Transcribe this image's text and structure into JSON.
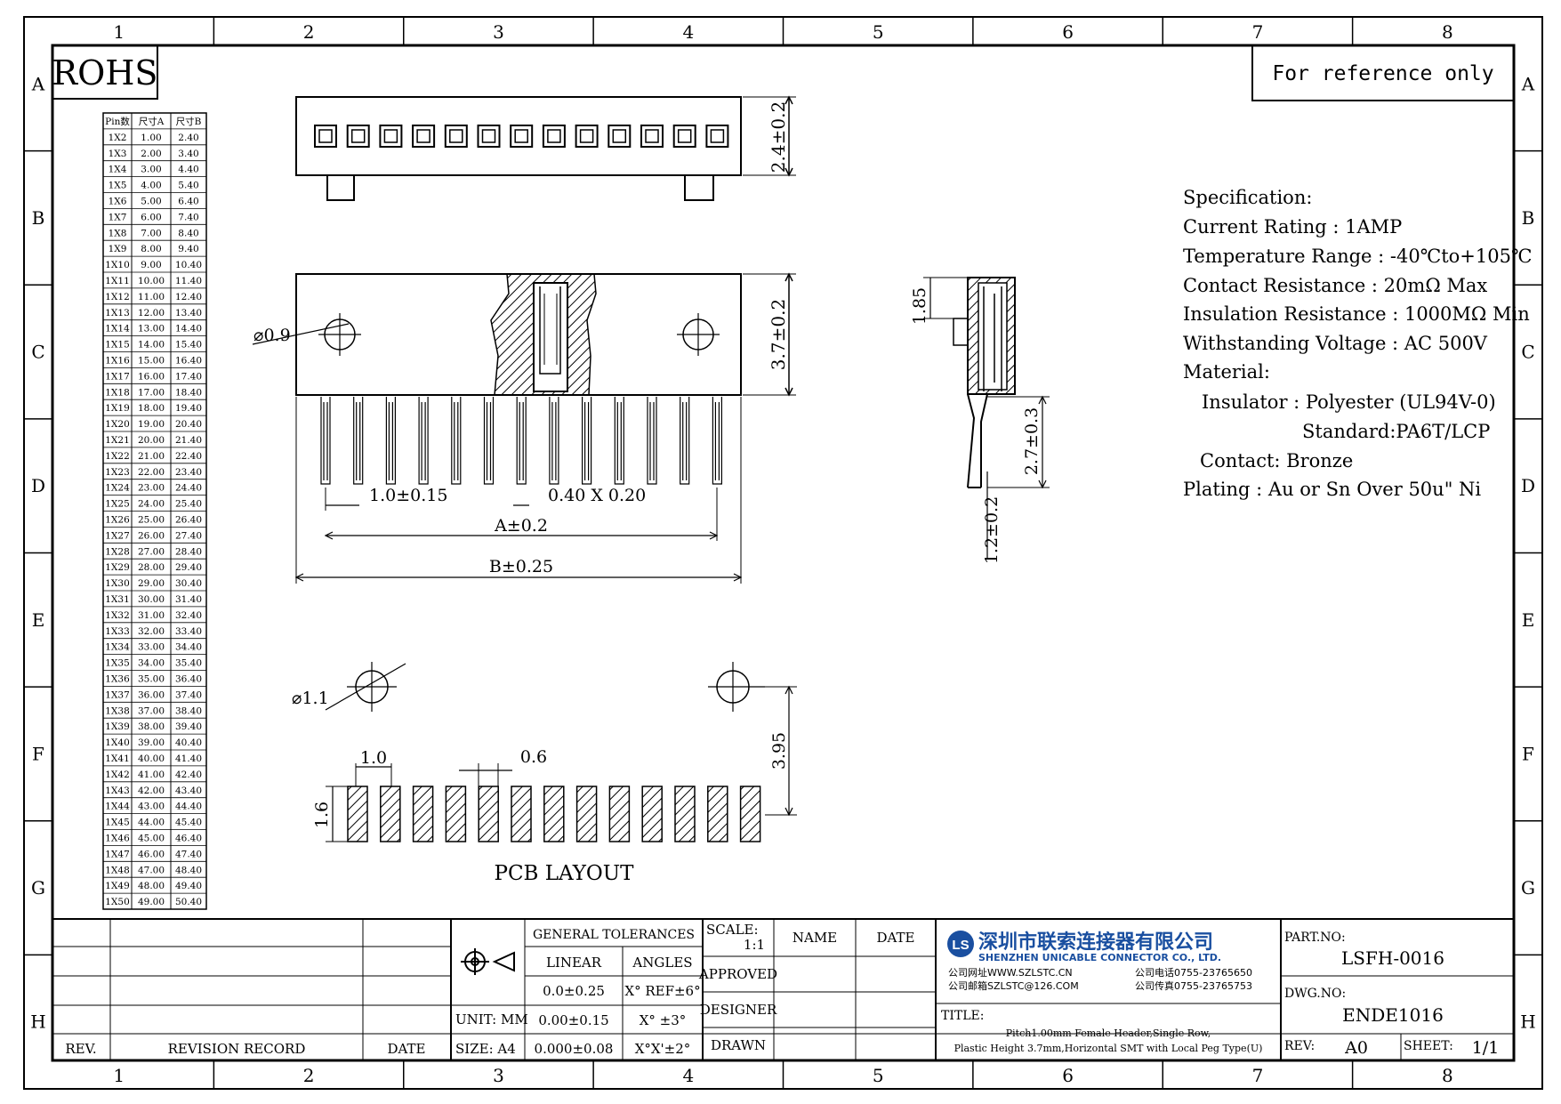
{
  "border": {
    "columns": [
      "1",
      "2",
      "3",
      "4",
      "5",
      "6",
      "7",
      "8"
    ],
    "rows": [
      "A",
      "B",
      "C",
      "D",
      "E",
      "F",
      "G",
      "H"
    ]
  },
  "rohs_label": "ROHS",
  "reference_note": "For reference only",
  "pin_table": {
    "headers": [
      "Pin数",
      "尺寸A",
      "尺寸B"
    ],
    "rows": [
      [
        "1X2",
        "1.00",
        "2.40"
      ],
      [
        "1X3",
        "2.00",
        "3.40"
      ],
      [
        "1X4",
        "3.00",
        "4.40"
      ],
      [
        "1X5",
        "4.00",
        "5.40"
      ],
      [
        "1X6",
        "5.00",
        "6.40"
      ],
      [
        "1X7",
        "6.00",
        "7.40"
      ],
      [
        "1X8",
        "7.00",
        "8.40"
      ],
      [
        "1X9",
        "8.00",
        "9.40"
      ],
      [
        "1X10",
        "9.00",
        "10.40"
      ],
      [
        "1X11",
        "10.00",
        "11.40"
      ],
      [
        "1X12",
        "11.00",
        "12.40"
      ],
      [
        "1X13",
        "12.00",
        "13.40"
      ],
      [
        "1X14",
        "13.00",
        "14.40"
      ],
      [
        "1X15",
        "14.00",
        "15.40"
      ],
      [
        "1X16",
        "15.00",
        "16.40"
      ],
      [
        "1X17",
        "16.00",
        "17.40"
      ],
      [
        "1X18",
        "17.00",
        "18.40"
      ],
      [
        "1X19",
        "18.00",
        "19.40"
      ],
      [
        "1X20",
        "19.00",
        "20.40"
      ],
      [
        "1X21",
        "20.00",
        "21.40"
      ],
      [
        "1X22",
        "21.00",
        "22.40"
      ],
      [
        "1X23",
        "22.00",
        "23.40"
      ],
      [
        "1X24",
        "23.00",
        "24.40"
      ],
      [
        "1X25",
        "24.00",
        "25.40"
      ],
      [
        "1X26",
        "25.00",
        "26.40"
      ],
      [
        "1X27",
        "26.00",
        "27.40"
      ],
      [
        "1X28",
        "27.00",
        "28.40"
      ],
      [
        "1X29",
        "28.00",
        "29.40"
      ],
      [
        "1X30",
        "29.00",
        "30.40"
      ],
      [
        "1X31",
        "30.00",
        "31.40"
      ],
      [
        "1X32",
        "31.00",
        "32.40"
      ],
      [
        "1X33",
        "32.00",
        "33.40"
      ],
      [
        "1X34",
        "33.00",
        "34.40"
      ],
      [
        "1X35",
        "34.00",
        "35.40"
      ],
      [
        "1X36",
        "35.00",
        "36.40"
      ],
      [
        "1X37",
        "36.00",
        "37.40"
      ],
      [
        "1X38",
        "37.00",
        "38.40"
      ],
      [
        "1X39",
        "38.00",
        "39.40"
      ],
      [
        "1X40",
        "39.00",
        "40.40"
      ],
      [
        "1X41",
        "40.00",
        "41.40"
      ],
      [
        "1X42",
        "41.00",
        "42.40"
      ],
      [
        "1X43",
        "42.00",
        "43.40"
      ],
      [
        "1X44",
        "43.00",
        "44.40"
      ],
      [
        "1X45",
        "44.00",
        "45.40"
      ],
      [
        "1X46",
        "45.00",
        "46.40"
      ],
      [
        "1X47",
        "46.00",
        "47.40"
      ],
      [
        "1X48",
        "47.00",
        "48.40"
      ],
      [
        "1X49",
        "48.00",
        "49.40"
      ],
      [
        "1X50",
        "49.00",
        "50.40"
      ]
    ]
  },
  "dimensions": {
    "top_height": "2.4±0.2",
    "front_height": "3.7±0.2",
    "hole_dia": "⌀0.9",
    "pitch": "1.0±0.15",
    "pin_size": "0.40 X 0.20",
    "dim_a": "A±0.2",
    "dim_b": "B±0.25",
    "side_185": "1.85",
    "side_27": "2.7±0.3",
    "side_12": "1.2±0.2",
    "pcb_hole": "⌀1.1",
    "pcb_395": "3.95",
    "pcb_pitch": "1.0",
    "pcb_width": "0.6",
    "pcb_height": "1.6"
  },
  "pcb_layout_label": "PCB LAYOUT",
  "specification": [
    "Specification:",
    "Current Rating : 1AMP",
    "Temperature Range : -40℃to+105℃",
    "Contact Resistance : 20mΩ Max",
    "Insulation Resistance : 1000MΩ Min",
    "Withstanding Voltage : AC 500V",
    "Material:",
    "Insulator : Polyester (UL94V-0)",
    "Standard:PA6T/LCP",
    "Contact: Bronze",
    "Plating : Au or Sn Over 50u\" Ni"
  ],
  "title_block": {
    "rev_label": "REV.",
    "revision_record": "REVISION RECORD",
    "date_label": "DATE",
    "unit": "UNIT: MM",
    "size": "SIZE: A4",
    "general_tolerances": "GENERAL TOLERANCES",
    "linear": "LINEAR",
    "angles": "ANGLES",
    "lin1": "0.0±0.25",
    "lin2": "0.00±0.15",
    "lin3": "0.000±0.08",
    "ang1": "X° REF±6°",
    "ang2": "X° ±3°",
    "ang3": "X°X'±2°",
    "scale_label": "SCALE:",
    "scale_value": "1:1",
    "name": "NAME",
    "date": "DATE",
    "approved": "APPROVED",
    "designer": "DESIGNER",
    "drawn": "DRAWN",
    "company_cn": "深圳市联索连接器有限公司",
    "company_en": "SHENZHEN UNICABLE CONNECTOR CO., LTD.",
    "web": "公司网址WWW.SZLSTC.CN",
    "email": "公司邮箱SZLSTC@126.COM",
    "phone": "公司电话0755-23765650",
    "fax": "公司传真0755-23765753",
    "title_label": "TITLE:",
    "title_line1": "Pitch1.00mm Female Header,Single Row,",
    "title_line2": "Plastic Height 3.7mm,Horizontal SMT with Local Peg Type(U)",
    "part_no_label": "PART.NO:",
    "part_no": "LSFH-0016",
    "dwg_no_label": "DWG.NO:",
    "dwg_no": "ENDE1016",
    "rev2_label": "REV:",
    "rev_value": "A0",
    "sheet_label": "SHEET:",
    "sheet_value": "1/1"
  },
  "colors": {
    "line": "#000000",
    "logo_blue": "#1a4fa0"
  }
}
